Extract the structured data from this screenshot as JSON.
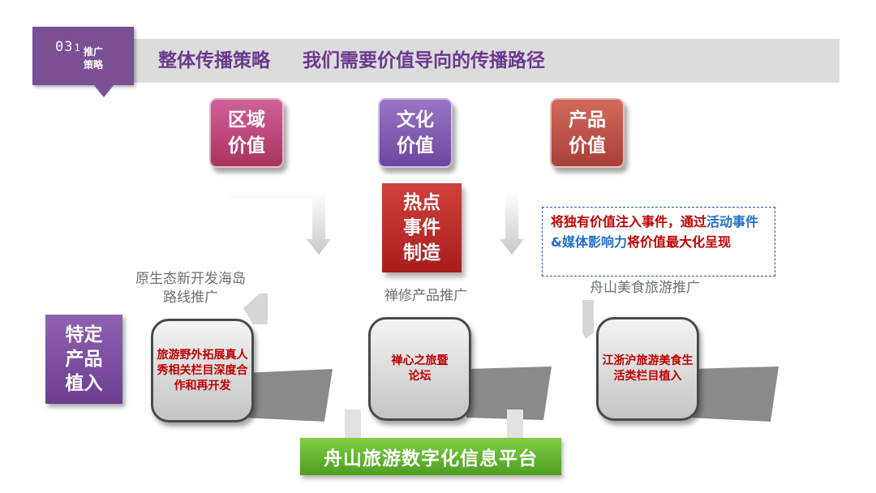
{
  "section": {
    "number": "03",
    "label_line1": "推广",
    "label_line2": "策略"
  },
  "header": {
    "title": "整体传播策略     我们需要价值导向的传播路径"
  },
  "values": [
    {
      "line1": "区域",
      "line2": "价值",
      "color": "#b8426e"
    },
    {
      "line1": "文化",
      "line2": "价值",
      "color": "#7b55ad"
    },
    {
      "line1": "产品",
      "line2": "价值",
      "color": "#b84c44"
    }
  ],
  "hotspot": {
    "text": "热点事件制造"
  },
  "callout": {
    "part1": "将独有价值注入事件，通过",
    "part2_blue": "活动事件&媒体影响力",
    "part3": "将价值最大化呈现"
  },
  "captions": {
    "left": "原生态新开发海岛路线推广",
    "middle": "禅修产品推广",
    "right": "舟山美食旅游推广"
  },
  "side_label": {
    "text": "特定产品植入"
  },
  "initiatives": {
    "left": "旅游野外拓展真人秀相关栏目深度合作和再开发",
    "middle": "禅心之旅暨论坛",
    "right": "江浙沪旅游美食生活类栏目植入"
  },
  "platform": {
    "text": "舟山旅游数字化信息平台"
  },
  "colors": {
    "purple": "#7a4f94",
    "red": "#c00000",
    "blue": "#1f6fc7",
    "green": "#5aa82a"
  }
}
